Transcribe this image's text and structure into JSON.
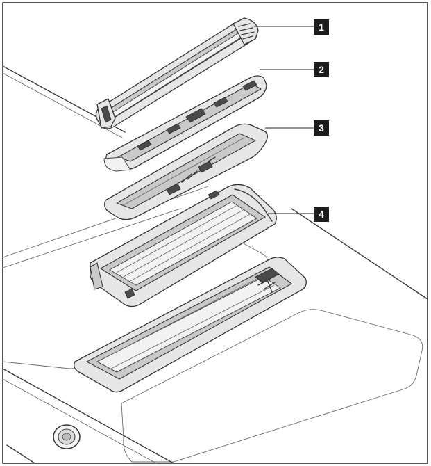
{
  "callouts": [
    {
      "label": "1"
    },
    {
      "label": "2"
    },
    {
      "label": "3"
    },
    {
      "label": "4"
    }
  ],
  "colors": {
    "line": "#333333",
    "badge": "#1c1c1c",
    "part_fill": "#e6e6e6",
    "background": "#ffffff"
  }
}
